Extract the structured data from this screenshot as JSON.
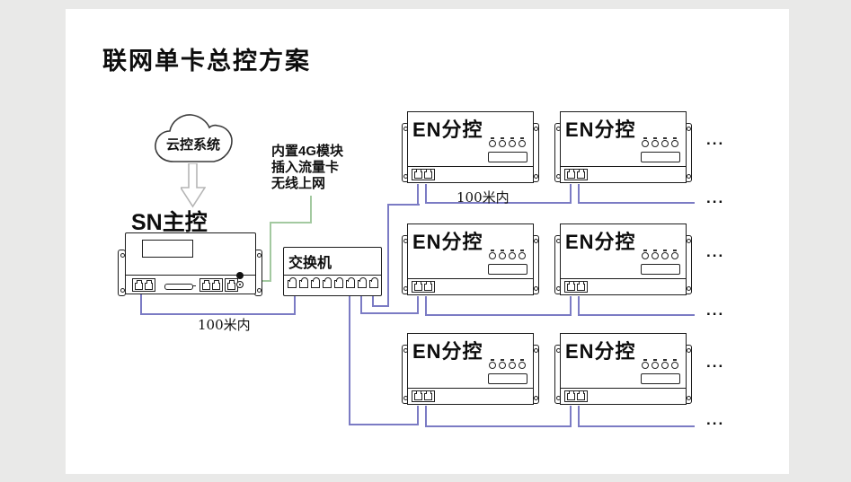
{
  "title": "联网单卡总控方案",
  "cloud": {
    "label": "云控系统"
  },
  "master": {
    "label": "SN主控"
  },
  "switch": {
    "label": "交换机"
  },
  "annotation": {
    "lines": [
      "内置4G模块",
      "插入流量卡",
      "无线上网"
    ]
  },
  "distance": {
    "master_switch": "100米内",
    "row1": "100米内"
  },
  "en_unit": {
    "label": "EN分控"
  },
  "ellipsis": "...",
  "colors": {
    "cable": "#7b7bc4",
    "annotation_line": "#a3c9a0",
    "background": "#e9e9e8",
    "panel": "#ffffff",
    "outline": "#1c1c1c"
  }
}
